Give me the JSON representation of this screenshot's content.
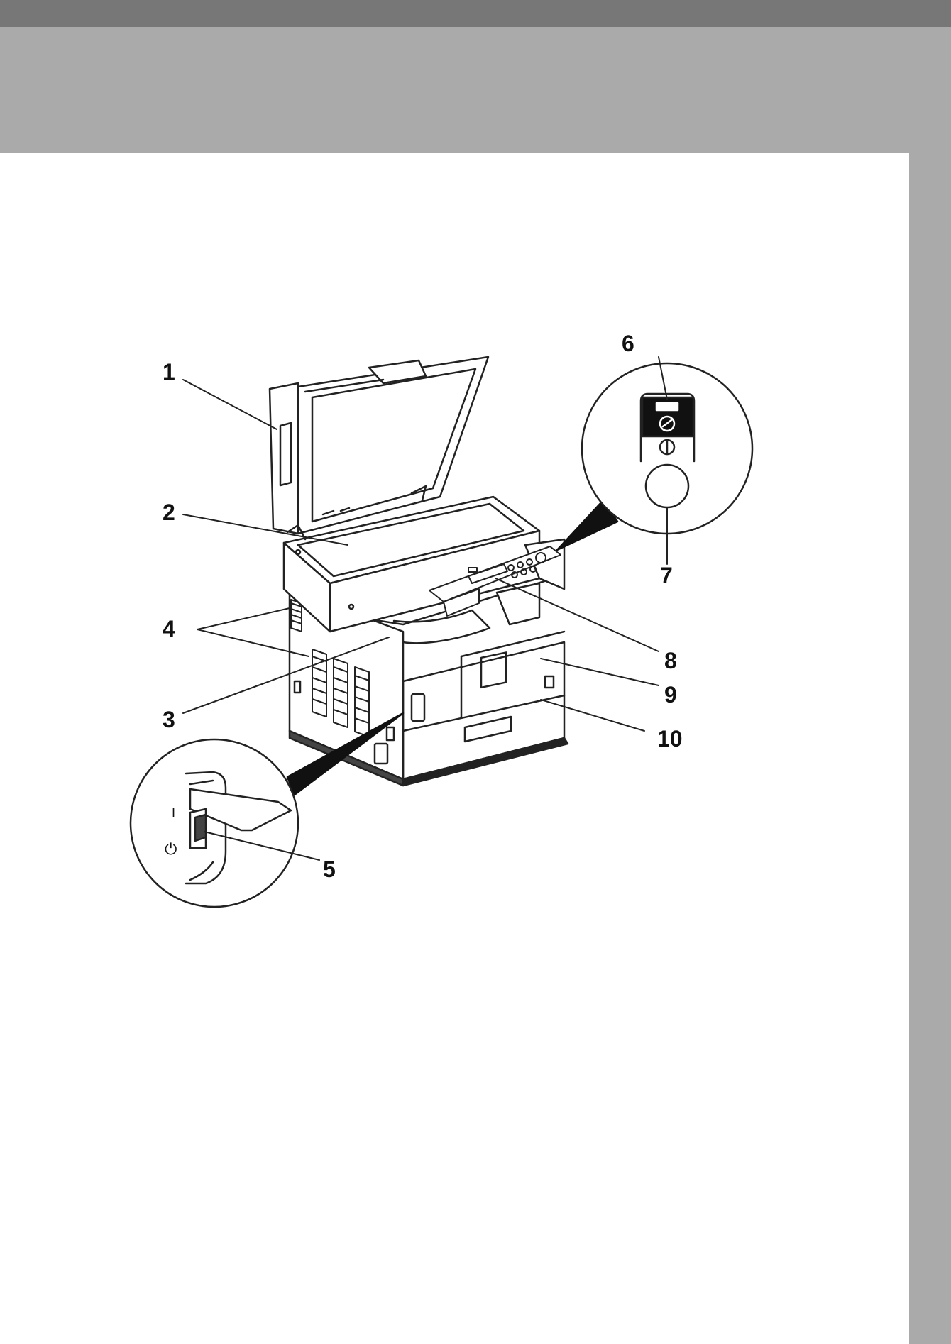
{
  "colors": {
    "top_strip": "#777777",
    "header_band": "#aaaaaa",
    "side_tab": "#aaaaaa",
    "line_art": "#222222",
    "callout_text": "#111111"
  },
  "figure": {
    "callouts": [
      {
        "id": "c1",
        "label": "1"
      },
      {
        "id": "c2",
        "label": "2"
      },
      {
        "id": "c3",
        "label": "3"
      },
      {
        "id": "c4",
        "label": "4"
      },
      {
        "id": "c5",
        "label": "5"
      },
      {
        "id": "c6",
        "label": "6"
      },
      {
        "id": "c7",
        "label": "7"
      },
      {
        "id": "c8",
        "label": "8"
      },
      {
        "id": "c9",
        "label": "9"
      },
      {
        "id": "c10",
        "label": "10"
      }
    ],
    "switch_marks": {
      "on_symbol": "I",
      "standby_symbol": "⏻"
    }
  }
}
